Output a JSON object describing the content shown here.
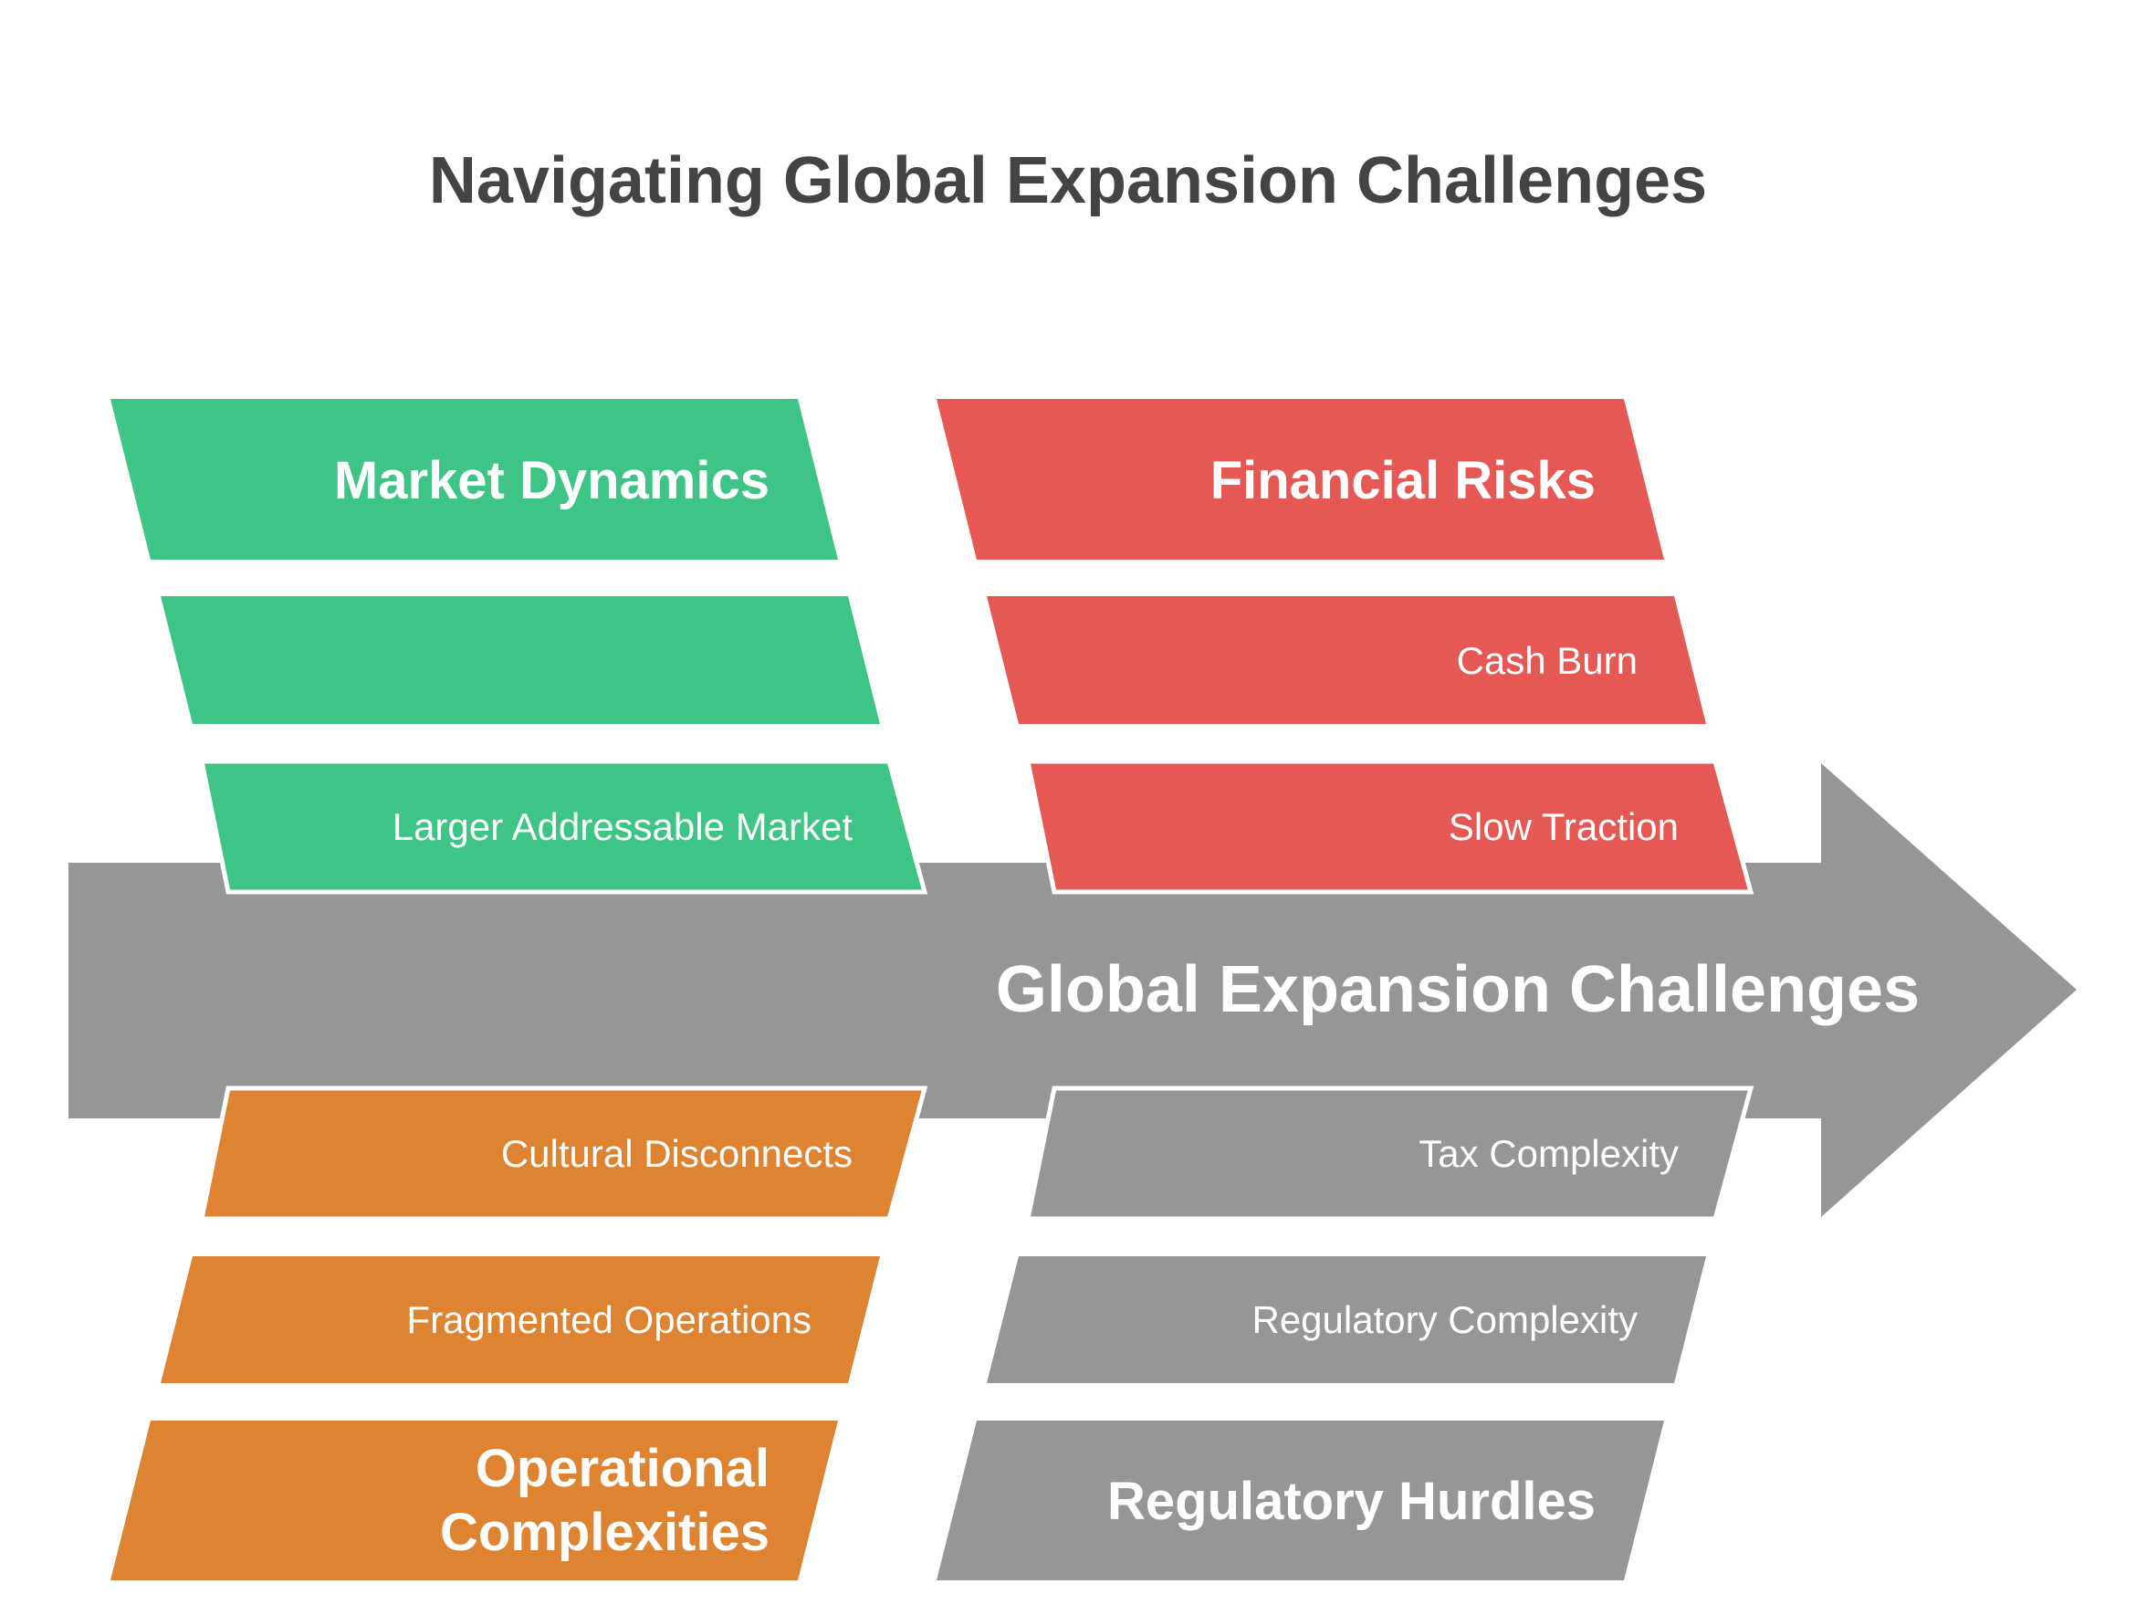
{
  "title": "Navigating Global Expansion Challenges",
  "spine": {
    "label": "Global Expansion Challenges",
    "color": "#969696"
  },
  "colors": {
    "text_dark": "#444444",
    "text_light": "#ffffff",
    "outline": "#ffffff"
  },
  "branches": {
    "market_dynamics": {
      "heading": "Market Dynamics",
      "color": "#3ec585",
      "items": [
        "",
        "Larger Addressable Market"
      ]
    },
    "financial_risks": {
      "heading": "Financial Risks",
      "color": "#e55854",
      "items": [
        "Cash Burn",
        "Slow Traction"
      ]
    },
    "operational_complexities": {
      "heading_line1": "Operational",
      "heading_line2": "Complexities",
      "color": "#de8332",
      "items": [
        "Cultural Disconnects",
        "Fragmented Operations"
      ]
    },
    "regulatory_hurdles": {
      "heading": "Regulatory Hurdles",
      "color": "#969696",
      "items": [
        "Tax Complexity",
        "Regulatory Complexity"
      ]
    }
  }
}
